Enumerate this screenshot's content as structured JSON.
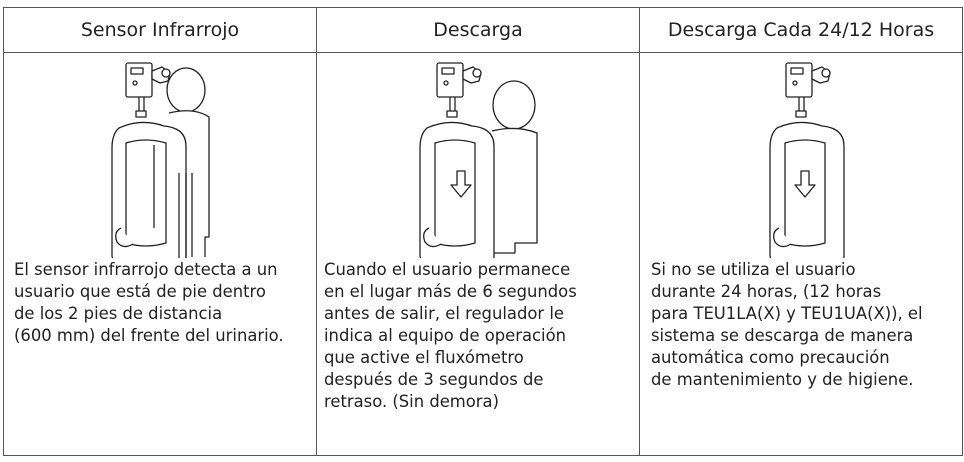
{
  "headers": [
    "Sensor Infrarrojo",
    "Descarga",
    "Descarga Cada 24/12 Horas"
  ],
  "descriptions": [
    "El sensor infrarrojo detecta a un\nusuario que está de pie dentro\nde los 2 pies de distancia\n(600 mm) del frente del urinario.",
    "Cuando el usuario permanece\nen el lugar más de 6 segundos\nantes de salir, el regulador le\nindica al equipo de operación\nque active el fluxómetro\ndespués de 3 segundos de\nretraso. (Sin demora)",
    "Si no se utiliza el usuario\ndurante 24 horas, (12 horas\npara TEU1LA(X) y TEU1UA(X)), el\nsistema se descarga de manera\nautomática como precaución\nde mantenimiento y de higiene."
  ],
  "illustrations": [
    "urinal-with-person-sensor-illustration",
    "urinal-flush-with-person-illustration",
    "urinal-auto-flush-illustration"
  ]
}
